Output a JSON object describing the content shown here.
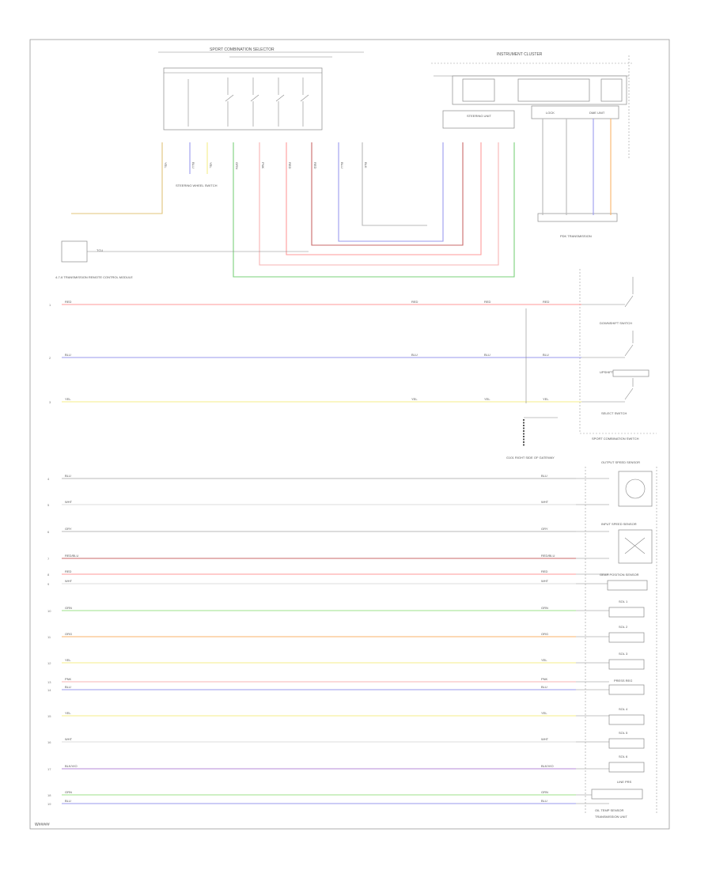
{
  "diagram": {
    "footer_code": "W#####",
    "colors": {
      "red": "#ff9a9a",
      "pink": "#f7b3b3",
      "blue": "#9a9aee",
      "yellow": "#f4ee8a",
      "green": "#7ad07a",
      "orange": "#f8b36a",
      "gray": "#b8b8b8",
      "white": "#dddddd",
      "darkred": "#c96a6a",
      "violet": "#b48ad8",
      "ltgreen": "#9ee08a",
      "tan": "#e0c47a"
    },
    "components": {
      "sport_combination_selector": "SPORT COMBINATION SELECTOR",
      "instrument_cluster": "INSTRUMENT CLUSTER",
      "steering_wheel_switch": "STEERING WHEEL SWITCH",
      "steering_unit": "STEERING UNIT",
      "dme_unit": "DME UNIT",
      "control_unit_label": "LOCK",
      "pdk_transmission": "PDK TRANSMISSION",
      "left_box_label": "TCU",
      "left_note": "4-7-6 TRANSMISSION REMOTE CONTROL MODULE",
      "downshift_switch": "DOWNSHIFT SWITCH",
      "upshift_switch": "UPSHIFT SWITCH",
      "select_switch": "SELECT SWITCH",
      "sport_combination_switch": "SPORT COMBINATION SWITCH",
      "ground_label": "G101 RIGHT SIDE OF GATEWAY",
      "output_speed_sensor": "OUTPUT SPEED SENSOR",
      "input_speed_sensor": "INPUT SPEED SENSOR",
      "gear_position_sensor": "GEAR POSITION SENSOR",
      "solenoid_1": "SOL 1",
      "solenoid_2": "SOL 2",
      "solenoid_3": "SOL 3",
      "pressure_reg": "PRESS REG",
      "solenoid_4": "SOL 4",
      "solenoid_5": "SOL 5",
      "solenoid_6": "SOL 6",
      "line_pressure": "LINE PRS",
      "oil_temp_sensor": "OIL TEMP SENSOR",
      "transmission_unit": "TRANSMISSION UNIT"
    },
    "top_wires": [
      {
        "label": "YEL",
        "color": "tan"
      },
      {
        "label": "BLU",
        "color": "blue"
      },
      {
        "label": "YEL",
        "color": "yellow"
      },
      {
        "label": "GRN",
        "color": "green"
      },
      {
        "label": "PNK",
        "color": "pink"
      },
      {
        "label": "RED",
        "color": "red"
      },
      {
        "label": "RED",
        "color": "darkred"
      },
      {
        "label": "BLU",
        "color": "blue"
      },
      {
        "label": "BLK",
        "color": "gray"
      }
    ],
    "switch_wires": [
      {
        "label": "RED",
        "pin": "1",
        "color": "red"
      },
      {
        "label": "BLU",
        "pin": "2",
        "color": "blue"
      },
      {
        "label": "YEL",
        "pin": "3",
        "color": "yellow"
      }
    ],
    "bus_wires": [
      {
        "label": "BLU",
        "pin": "4",
        "color": "gray"
      },
      {
        "label": "WHT",
        "pin": "5",
        "color": "white"
      },
      {
        "label": "GRY",
        "pin": "6",
        "color": "gray"
      },
      {
        "label": "RED/BLU",
        "pin": "7",
        "color": "darkred"
      },
      {
        "label": "RED",
        "pin": "8",
        "color": "red"
      },
      {
        "label": "WHT",
        "pin": "9",
        "color": "white"
      },
      {
        "label": "GRN",
        "pin": "10",
        "color": "ltgreen"
      },
      {
        "label": "ORG",
        "pin": "11",
        "color": "orange"
      },
      {
        "label": "YEL",
        "pin": "12",
        "color": "yellow"
      },
      {
        "label": "PNK",
        "pin": "13",
        "color": "pink"
      },
      {
        "label": "BLU",
        "pin": "14",
        "color": "blue"
      },
      {
        "label": "YEL",
        "pin": "15",
        "color": "yellow"
      },
      {
        "label": "WHT",
        "pin": "16",
        "color": "white"
      },
      {
        "label": "BLK/VIO",
        "pin": "17",
        "color": "violet"
      },
      {
        "label": "GRN",
        "pin": "18",
        "color": "ltgreen"
      },
      {
        "label": "BLU",
        "pin": "19",
        "color": "blue"
      }
    ]
  }
}
